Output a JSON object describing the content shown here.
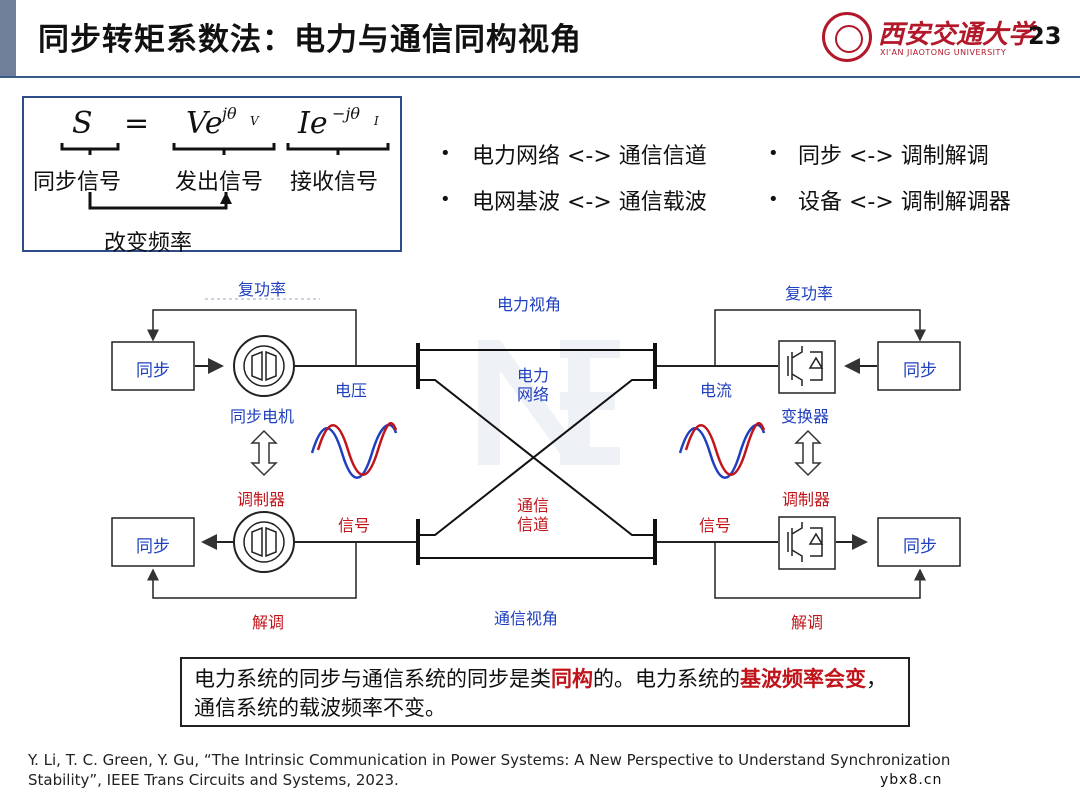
{
  "header": {
    "title": "同步转矩系数法：电力与通信同构视角",
    "logo_cn": "西安交通大学",
    "logo_en": "XI'AN JIAOTONG UNIVERSITY",
    "page_number": "23"
  },
  "formula": {
    "S": "S",
    "eq": "=",
    "V": "Ve",
    "V_sup": "jθ",
    "V_sub": "V",
    "I": "Ie",
    "I_sup": "−jθ",
    "I_sub": "I",
    "label_sync_signal": "同步信号",
    "label_send_signal": "发出信号",
    "label_recv_signal": "接收信号",
    "label_change_freq": "改变频率"
  },
  "bullets": [
    "电力网络 <-> 通信信道",
    "电网基波 <-> 通信载波",
    "同步 <-> 调制解调",
    "设备 <-> 调制解调器"
  ],
  "diagram": {
    "left_top_feedback": "复功率",
    "right_top_feedback": "复功率",
    "power_view": "电力视角",
    "comm_view": "通信视角",
    "sync_box": "同步",
    "voltage": "电压",
    "current": "电流",
    "power_network": "电力\n网络",
    "comm_channel": "通信\n信道",
    "sync_machine": "同步电机",
    "converter": "变换器",
    "modulator": "调制器",
    "signal": "信号",
    "demod": "解调",
    "colors": {
      "blue": "#1f3fbf",
      "red": "#c0141a"
    }
  },
  "conclusion": {
    "p1": "电力系统的同步与通信系统的同步是类",
    "h1": "同构",
    "p2": "的。电力系统的",
    "h2": "基波频率会变",
    "p3": "，通信系统的载波频率不变。"
  },
  "citation": "Y. Li, T. C. Green, Y. Gu, “The Intrinsic Communication in Power Systems: A New Perspective to Understand Synchronization Stability”, IEEE Trans Circuits and Systems, 2023.",
  "watermark": "ybx8.cn"
}
